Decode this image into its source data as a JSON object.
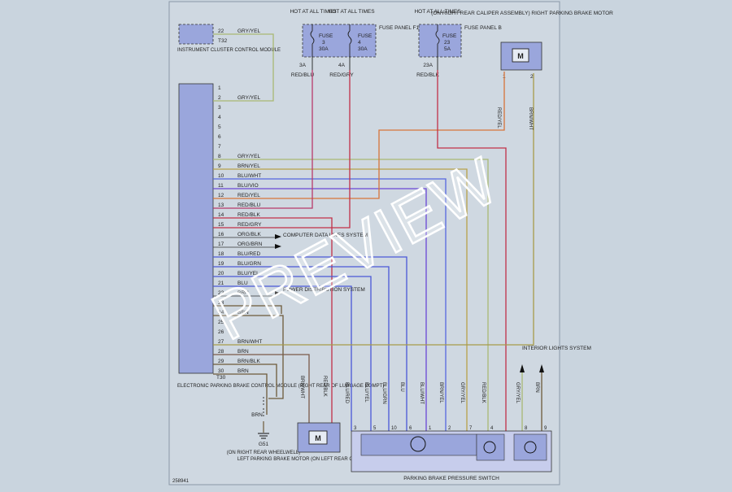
{
  "fuses": [
    {
      "hot_label": "HOT AT ALL TIMES",
      "fuse_label": "FUSE",
      "number": "3",
      "rating": "30A",
      "out_terminal": "3A",
      "wire": "RED/BLU"
    },
    {
      "hot_label": "HOT AT ALL TIMES",
      "fuse_label": "FUSE",
      "number": "4",
      "rating": "30A",
      "out_terminal": "4A",
      "wire": "RED/GRY"
    },
    {
      "hot_label": "HOT AT ALL TIMES",
      "fuse_label": "FUSE",
      "number": "23",
      "rating": "5A",
      "out_terminal": "23A",
      "wire": "RED/BLK"
    }
  ],
  "fuse_panel_f1": "FUSE PANEL F1",
  "fuse_panel_b": "FUSE PANEL B",
  "right_motor": {
    "caption": "(ON RIGHT REAR CALIPER ASSEMBLY) RIGHT PARKING BRAKE MOTOR",
    "symbol": "M",
    "pins": [
      "1",
      "2"
    ],
    "wires": [
      "RED/YEL",
      "BRN/WHT"
    ]
  },
  "left_motor": {
    "caption": "LEFT PARKING BRAKE MOTOR (ON LEFT REAR CALIPER ASSEMBLY)",
    "symbol": "M",
    "wires": [
      "BRN/WHT",
      "RED/BLK"
    ]
  },
  "instrument_cluster": {
    "label": "INSTRUMENT CLUSTER CONTROL MODULE",
    "pin": "22",
    "connector": "T32",
    "wire": "GRY/YEL"
  },
  "module": {
    "label": "ELECTRONIC PARKING BRAKE CONTROL MODULE (RIGHT REAR OF LUGGAGE COMPT)",
    "connector": "T30"
  },
  "pins": [
    {
      "n": "1",
      "wire": ""
    },
    {
      "n": "2",
      "wire": "GRY/YEL"
    },
    {
      "n": "3",
      "wire": ""
    },
    {
      "n": "4",
      "wire": ""
    },
    {
      "n": "5",
      "wire": ""
    },
    {
      "n": "6",
      "wire": ""
    },
    {
      "n": "7",
      "wire": ""
    },
    {
      "n": "8",
      "wire": "GRY/YEL"
    },
    {
      "n": "9",
      "wire": "BRN/YEL"
    },
    {
      "n": "10",
      "wire": "BLU/WHT"
    },
    {
      "n": "11",
      "wire": "BLU/VIO"
    },
    {
      "n": "12",
      "wire": "RED/YEL"
    },
    {
      "n": "13",
      "wire": "RED/BLU"
    },
    {
      "n": "14",
      "wire": "RED/BLK"
    },
    {
      "n": "15",
      "wire": "RED/GRY"
    },
    {
      "n": "16",
      "wire": "ORG/BLK"
    },
    {
      "n": "17",
      "wire": "ORG/BRN"
    },
    {
      "n": "18",
      "wire": "BLU/RED"
    },
    {
      "n": "19",
      "wire": "BLU/GRN"
    },
    {
      "n": "20",
      "wire": "BLU/YEL"
    },
    {
      "n": "21",
      "wire": "BLU"
    },
    {
      "n": "22",
      "wire": "BRN"
    },
    {
      "n": "23",
      "wire": ""
    },
    {
      "n": "24",
      "wire": "BRN"
    },
    {
      "n": "25",
      "wire": ""
    },
    {
      "n": "26",
      "wire": ""
    },
    {
      "n": "27",
      "wire": "BRN/WHT"
    },
    {
      "n": "28",
      "wire": "BRN"
    },
    {
      "n": "29",
      "wire": "BRN/BLK"
    },
    {
      "n": "30",
      "wire": "BRN"
    }
  ],
  "computer_data_lines": "COMPUTER DATA LINES SYSTEM",
  "power_distribution": "POWER DISTRIBUTION SYSTEM",
  "interior_lights": "INTERIOR LIGHTS SYSTEM",
  "ground": {
    "wire": "BRN",
    "id": "G51",
    "location": "(ON RIGHT REAR WHEELWELL)"
  },
  "switch": {
    "label": "PARKING BRAKE PRESSURE SWITCH",
    "pins": [
      "3",
      "5",
      "10",
      "6",
      "1",
      "2",
      "7",
      "4",
      "8",
      "9"
    ]
  },
  "bottom_wires": [
    "BLU/RED",
    "BLU/YEL",
    "BLU/GRN",
    "BLU",
    "BLU/WHT",
    "BRN/YEL",
    "GRY/YEL",
    "RED/BLK",
    "GRY/YEL",
    "BRN"
  ],
  "diagram_id": "258941",
  "watermark": "PREVIEW"
}
